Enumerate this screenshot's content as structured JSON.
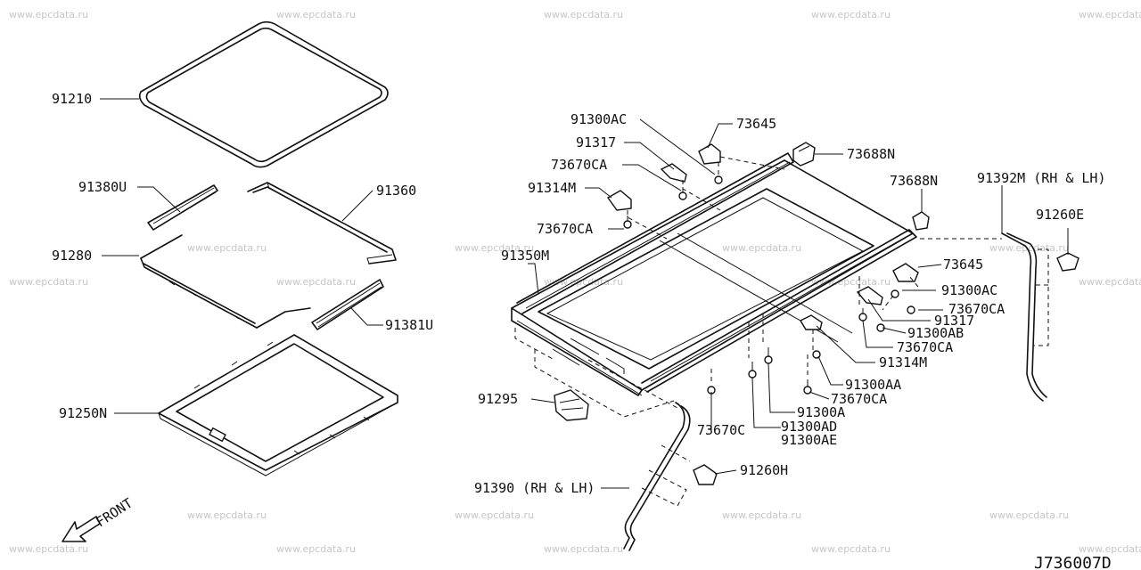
{
  "watermark": "www.epcdata.ru",
  "front_label": "FRONT",
  "diagram_code": "J736007D",
  "part_labels": {
    "p91210": "91210",
    "p91380U": "91380U",
    "p91360": "91360",
    "p91280": "91280",
    "p91381U": "91381U",
    "p91250N": "91250N",
    "p91300AC_top": "91300AC",
    "p73645_top": "73645",
    "p91317_top": "91317",
    "p73688N_top": "73688N",
    "p73670CA_1": "73670CA",
    "p73688N_mid": "73688N",
    "p91392M": "91392M (RH & LH)",
    "p91314M_top": "91314M",
    "p91260E": "91260E",
    "p73670CA_2": "73670CA",
    "p91350M": "91350M",
    "p73645_right": "73645",
    "p91300AC_right": "91300AC",
    "p73670CA_3": "73670CA",
    "p91317_right": "91317",
    "p91300AB": "91300AB",
    "p73670CA_4": "73670CA",
    "p91314M_right": "91314M",
    "p91300AA": "91300AA",
    "p73670CA_5": "73670CA",
    "p91295": "91295",
    "p91300A": "91300A",
    "p73670C": "73670C",
    "p91300AD": "91300AD",
    "p91300AE": "91300AE",
    "p91260H": "91260H",
    "p91390": "91390 (RH & LH)"
  }
}
